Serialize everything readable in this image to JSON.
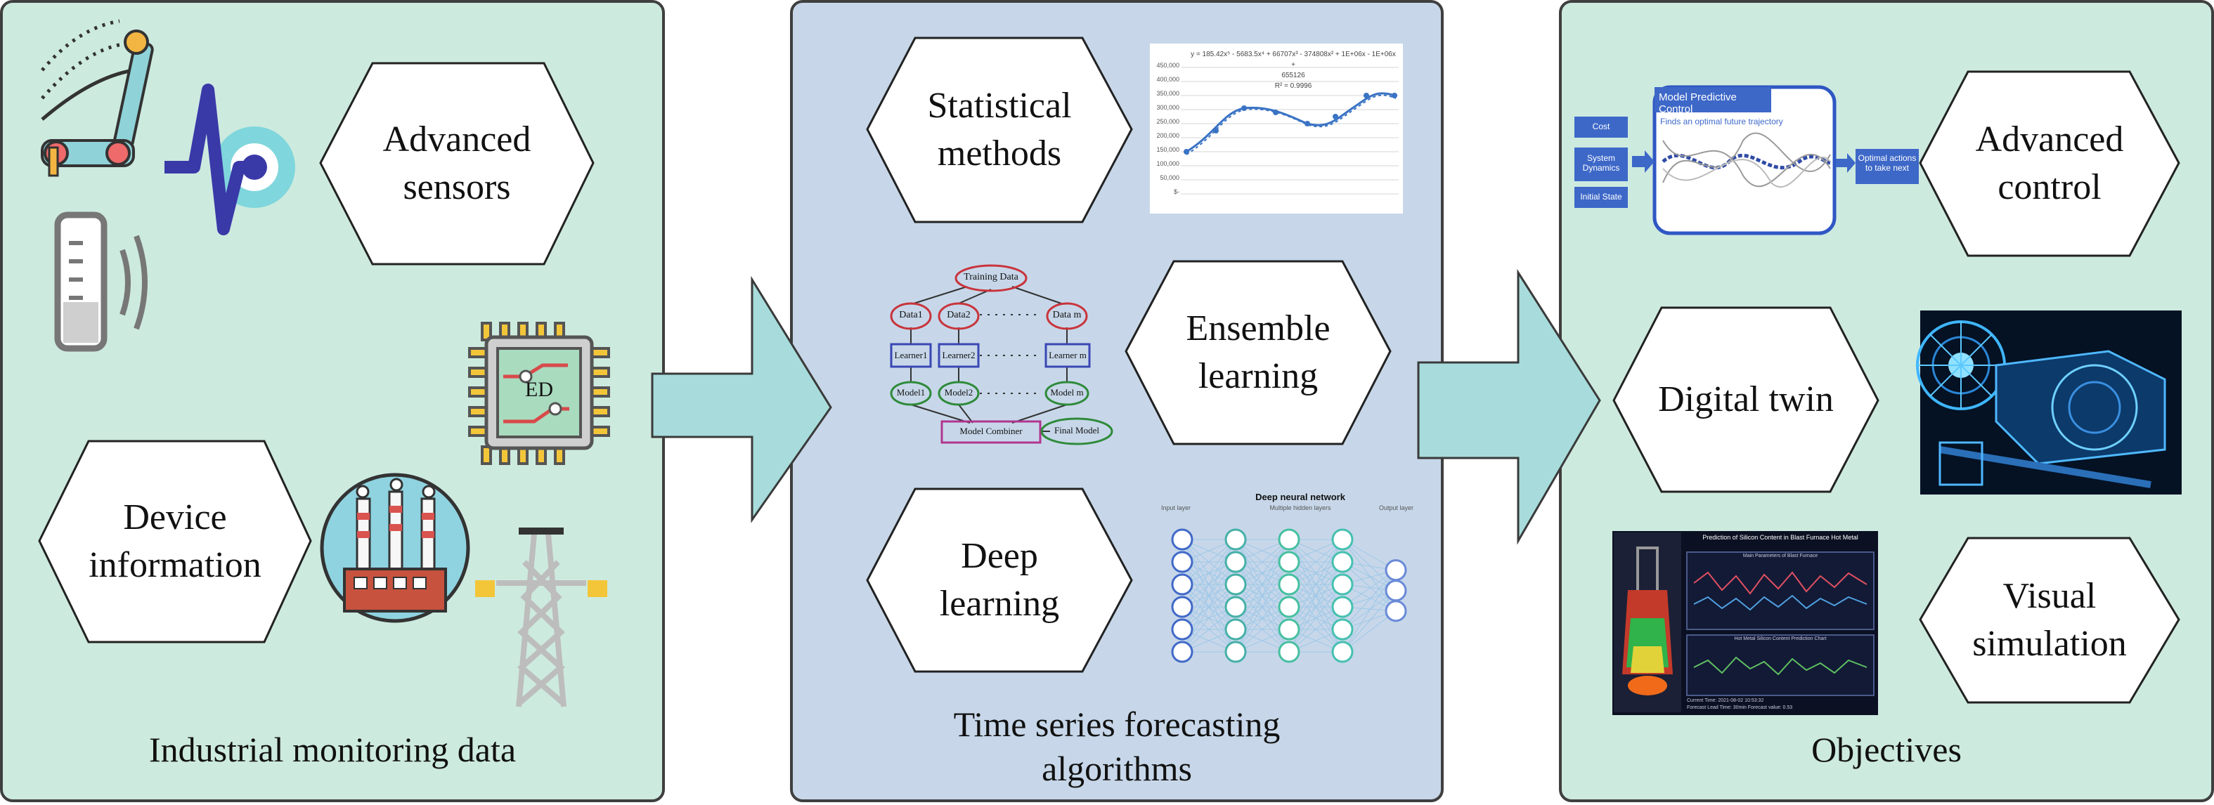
{
  "panels": {
    "left": {
      "title": "Industrial monitoring data"
    },
    "mid": {
      "title": "Time series forecasting\nalgorithms"
    },
    "right": {
      "title": "Objectives"
    }
  },
  "nodes": {
    "advanced_sensors": "Advanced\nsensors",
    "device_information": "Device\ninformation",
    "statistical_methods": "Statistical\nmethods",
    "ensemble_learning": "Ensemble\nlearning",
    "deep_learning": "Deep\nlearning",
    "advanced_control": "Advanced\ncontrol",
    "digital_twin": "Digital twin",
    "visual_simulation": "Visual\nsimulation"
  },
  "chip": {
    "label": "ED"
  },
  "stat_chart": {
    "equation": "y = 185.42x⁵ - 5683.5x⁴ + 66707x³ - 374808x² + 1E+06x - 1E+06x +",
    "equation2": "655126",
    "r2": "R² = 0.9996",
    "yticks": [
      "450,000",
      "400,000",
      "350,000",
      "300,000",
      "250,000",
      "200,000",
      "150,000",
      "100,000",
      "50,000",
      "$-"
    ]
  },
  "ensemble": {
    "training": "Training Data",
    "data": [
      "Data1",
      "Data2",
      "Data m"
    ],
    "learners": [
      "Learner1",
      "Learner2",
      "Learner m"
    ],
    "models": [
      "Model1",
      "Model2",
      "Model m"
    ],
    "combiner": "Model Combiner",
    "final": "Final Model"
  },
  "dnn": {
    "title": "Deep neural network",
    "subtitle": "Multiple hidden layers",
    "input": "Input layer",
    "output": "Output layer"
  },
  "mpc": {
    "title": "Model Predictive Control",
    "subtitle": "Finds an optimal future trajectory",
    "inputs": [
      "Cost",
      "System Dynamics",
      "Initial State"
    ],
    "output": "Optimal actions to take next"
  },
  "blast": {
    "title": "Prediction of Silicon Content in Blast Furnace Hot Metal",
    "chart1": "Main Parameters of Blast Furnace",
    "chart2": "Hot Metal Silicon Content Prediction Chart",
    "footer1": "Current Time: 2021-08-02 10:53:32",
    "footer2": "Forecast Lead Time: 30min   Forecast value: 0.53"
  },
  "colors": {
    "panel_green": "#cdeadf",
    "panel_blue": "#c7d7e9",
    "arrow_teal": "#a8dcdc",
    "hex_fill": "#ffffff",
    "hex_stroke": "#222222"
  }
}
